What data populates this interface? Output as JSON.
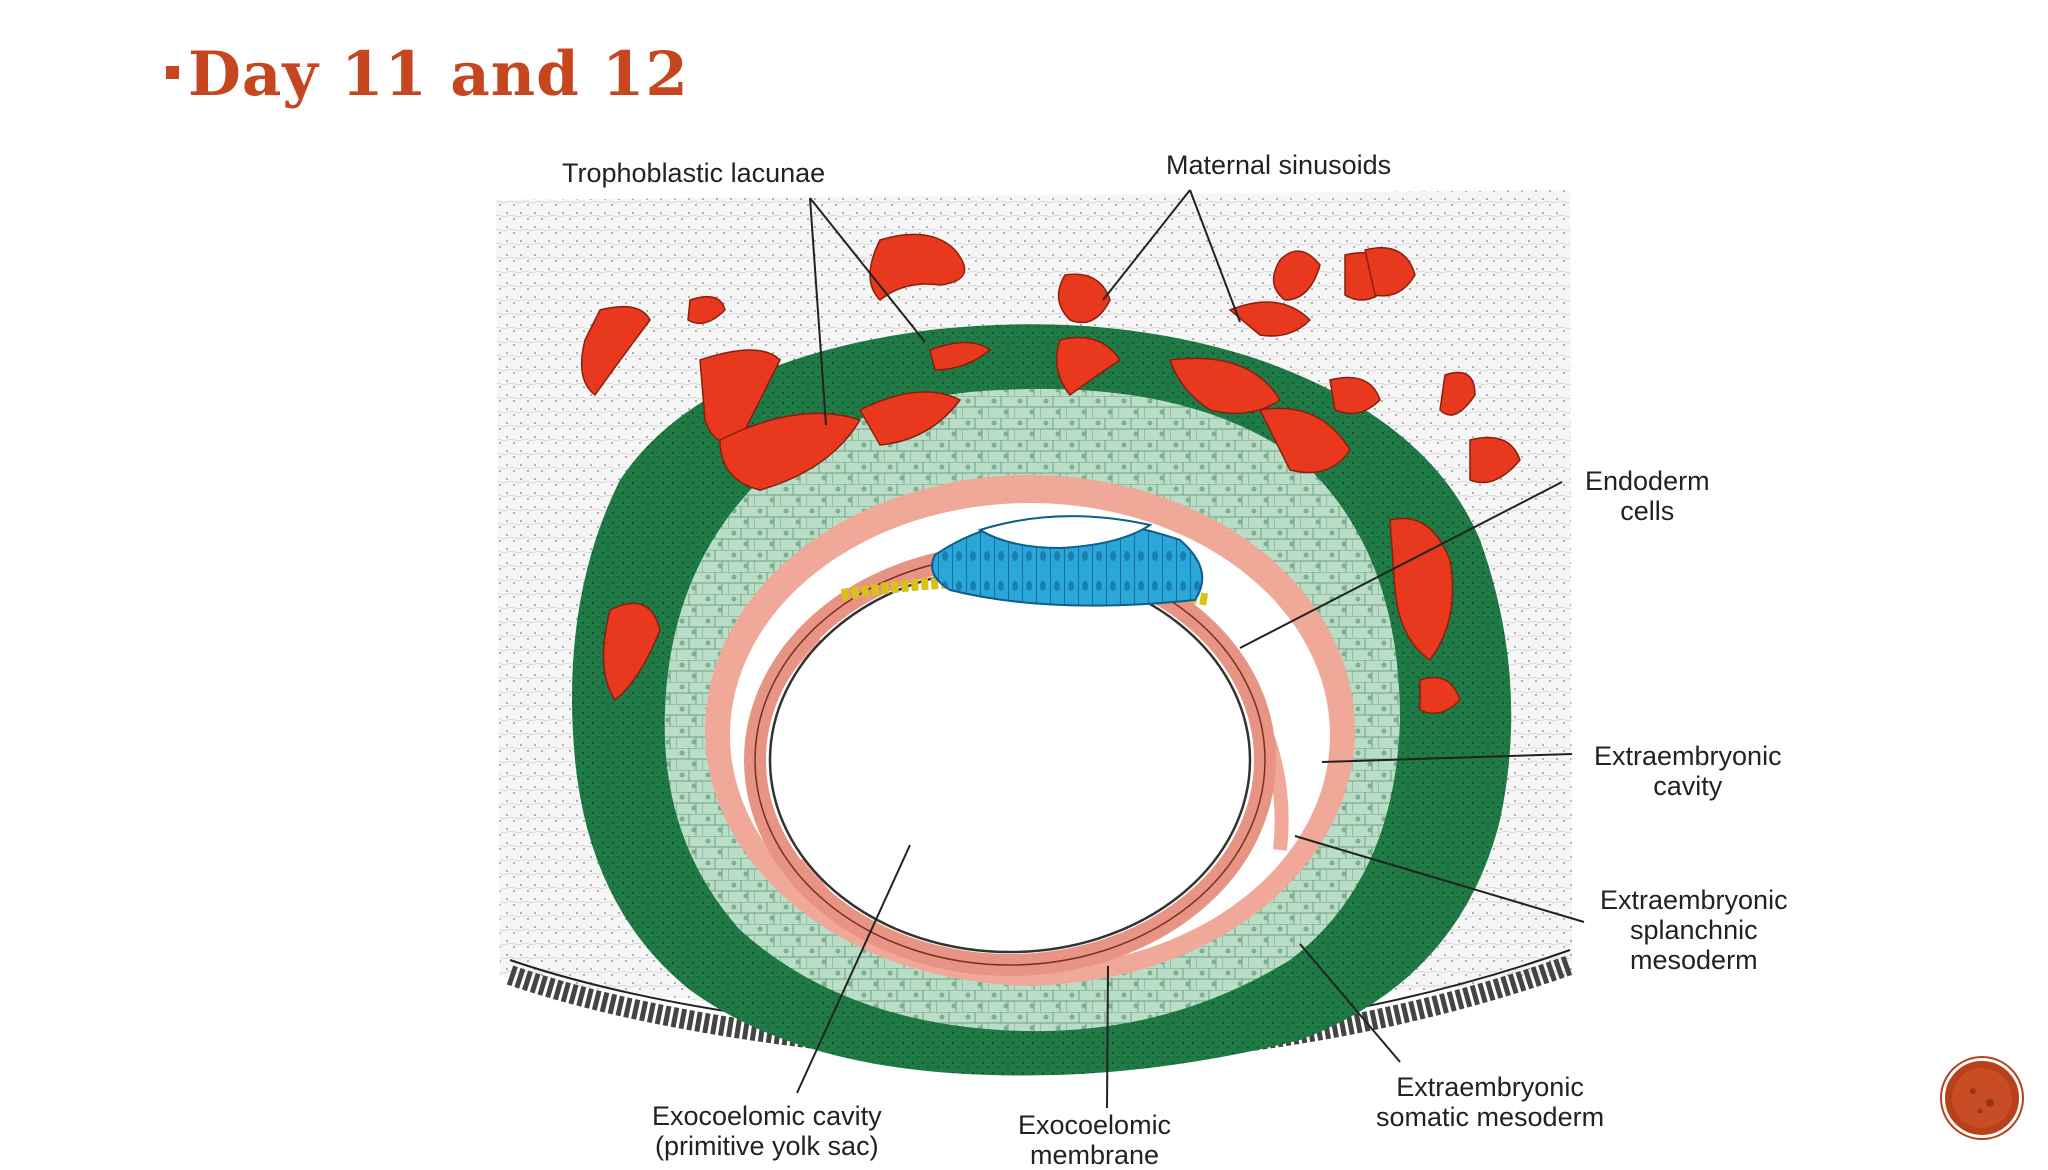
{
  "slide": {
    "title": "Day 11 and 12"
  },
  "labels": {
    "trophoblastic_lacunae": "Trophoblastic lacunae",
    "maternal_sinusoids": "Maternal sinusoids",
    "endoderm_cells_1": "Endoderm",
    "endoderm_cells_2": "cells",
    "extraembryonic_cavity_1": "Extraembryonic",
    "extraembryonic_cavity_2": "cavity",
    "splanchnic_1": "Extraembryonic",
    "splanchnic_2": "splanchnic",
    "splanchnic_3": "mesoderm",
    "somatic_1": "Extraembryonic",
    "somatic_2": "somatic mesoderm",
    "exocoelomic_cavity_1": "Exocoelomic cavity",
    "exocoelomic_cavity_2": "(primitive yolk sac)",
    "exocoelomic_membrane_1": "Exocoelomic",
    "exocoelomic_membrane_2": "membrane"
  },
  "colors": {
    "title": "#c5461f",
    "syncytiotrophoblast": "#1f7a45",
    "cytotrophoblast": "#b9ddc6",
    "lacunae": "#e8391f",
    "mesoderm": "#f0a898",
    "epiblast": "#2aa6d8",
    "hypoblast": "#d8c21a",
    "nav_button": "#b8401b"
  },
  "icons": {
    "nav": "circle-nav-icon"
  }
}
